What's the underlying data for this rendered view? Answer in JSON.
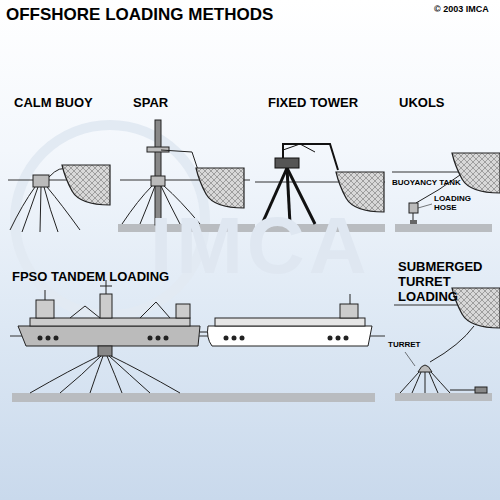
{
  "diagram": {
    "title": "OFFSHORE LOADING METHODS",
    "labels": [
      "© 2003 IMCA",
      "CALM BUOY",
      "SPAR",
      "FIXED TOWER",
      "UKOLS",
      "BUOYANCY TANK",
      "LOADING HOSE",
      "FPSO TANDEM LOADING",
      "SUBMERGED TURRET LOADING",
      "TURRET",
      "IMCA"
    ]
  }
}
